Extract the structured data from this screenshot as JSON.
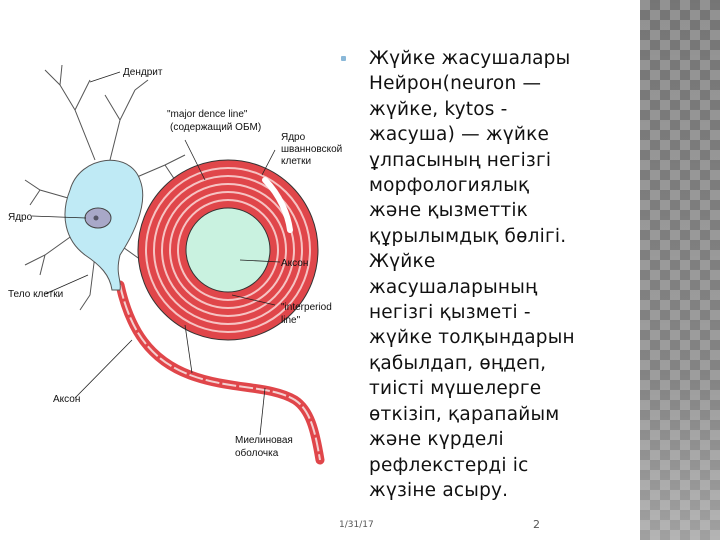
{
  "slide": {
    "diagram_labels": {
      "dendrite": "Дендрит",
      "major_line_1": "\"major dence line\"",
      "major_line_2": "(содержащий ОБМ)",
      "schwann_1": "Ядро",
      "schwann_2": "шванновской",
      "schwann_3": "клетки",
      "nucleus": "Ядро",
      "axon_right": "Аксон",
      "cell_body": "Тело клетки",
      "interperiod_1": "\"interperiod",
      "interperiod_2": "line\"",
      "axon_left": "Аксон",
      "myelin_1": "Миелиновая",
      "myelin_2": "оболочка"
    },
    "bullet_text": "Жүйке жасушалары\nНейрон(neuron —\nжүйке, kytos -\nжасуша) — жүйке\nұлпасының негізгі\nморфологиялық\nжәне қызметтік\nқұрылымдық бөлігі.\nЖүйке\nжасушаларының\nнегізгі қызметі -\nжүйке толқындарын\nқабылдап, өңдеп,\nтиісті мүшелерге\nөткізіп, қарапайым\nжәне күрделі\nрефлекстерді іс\nжүзіне асыру.",
    "footer": {
      "date": "1/31/17",
      "page": "2"
    },
    "colors": {
      "cell_body": "#bfeaf5",
      "myelin": "#e0464a",
      "axon_core": "#c9f2e0",
      "nucleus": "#a8a8c8"
    }
  }
}
